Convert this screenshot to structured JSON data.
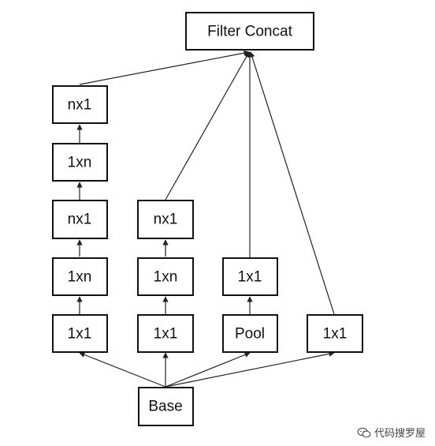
{
  "diagram": {
    "nodes": {
      "concat": "Filter Concat",
      "a1": "nx1",
      "a2": "1xn",
      "a3": "nx1",
      "a4": "1xn",
      "a5": "1x1",
      "b1": "nx1",
      "b2": "1xn",
      "b3": "1x1",
      "c1": "1x1",
      "c2": "Pool",
      "d1": "1x1",
      "base": "Base"
    }
  },
  "watermark": {
    "text": "代码搜罗屋",
    "icon": "wechat-icon"
  },
  "colors": {
    "stroke": "#111111",
    "background": "#ffffff"
  }
}
